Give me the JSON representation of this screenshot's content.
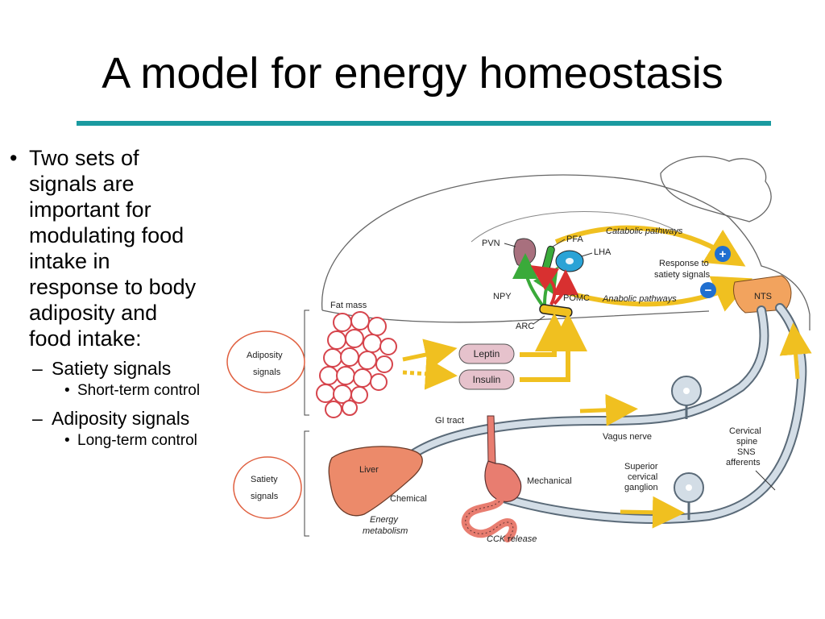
{
  "title": "A model for energy homeostasis",
  "bullets": {
    "main": [
      "Two sets of",
      "signals are",
      "important for",
      "modulating food",
      "intake in",
      "response to body",
      "adiposity and",
      "food intake:"
    ],
    "sub1": "Satiety signals",
    "sub1_child": "Short-term control",
    "sub2": "Adiposity signals",
    "sub2_child": "Long-term control",
    "marker_l1": "•",
    "marker_l2": "–",
    "marker_l3": "•"
  },
  "diagram": {
    "labels": {
      "pvn": "PVN",
      "pfa": "PFA",
      "lha": "LHA",
      "npy": "NPY",
      "pomc": "POMC",
      "arc": "ARC",
      "catabolic": "Catabolic pathways",
      "anabolic": "Anabolic pathways",
      "response_line1": "Response to",
      "response_line2": "satiety signals",
      "nts": "NTS",
      "fat_mass": "Fat mass",
      "leptin": "Leptin",
      "insulin": "Insulin",
      "gi_tract": "GI tract",
      "vagus": "Vagus nerve",
      "cervical_line1": "Cervical",
      "cervical_line2": "spine",
      "cervical_line3": "SNS",
      "cervical_line4": "afferents",
      "superior_line1": "Superior",
      "superior_line2": "cervical",
      "superior_line3": "ganglion",
      "liver": "Liver",
      "chemical": "Chemical",
      "mechanical": "Mechanical",
      "energy_line1": "Energy",
      "energy_line2": "metabolism",
      "cck": "CCK release",
      "adiposity_line1": "Adiposity",
      "adiposity_line2": "signals",
      "satiety_line1": "Satiety",
      "satiety_line2": "signals",
      "plus": "+",
      "minus": "−"
    },
    "colors": {
      "teal_rule": "#1a9aa0",
      "arrow_yellow": "#f0c020",
      "nts_orange": "#f2a35e",
      "plus_blue": "#1f6fd0",
      "liver": "#ec8a6a",
      "gi_pink": "#e87d70",
      "pill_pink": "#e6c2cc",
      "nerve_gray": "#d3dde6",
      "fat_red": "#d6444c",
      "circle_orange": "#e06040",
      "arrow_green": "#3aaa3a",
      "arrow_red": "#d83030",
      "lha_blue": "#2aa3d6",
      "pvn_mauve": "#a8707e"
    }
  }
}
